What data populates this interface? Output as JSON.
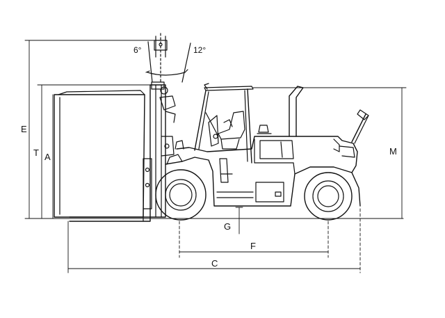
{
  "diagram": {
    "dimension_labels": {
      "E": "E",
      "T": "T",
      "A": "A",
      "M": "M",
      "G": "G",
      "F": "F",
      "C": "C"
    },
    "tilt_labels": {
      "forward": "6°",
      "backward": "12°"
    },
    "colors": {
      "line": "#111111",
      "background": "#ffffff"
    }
  }
}
